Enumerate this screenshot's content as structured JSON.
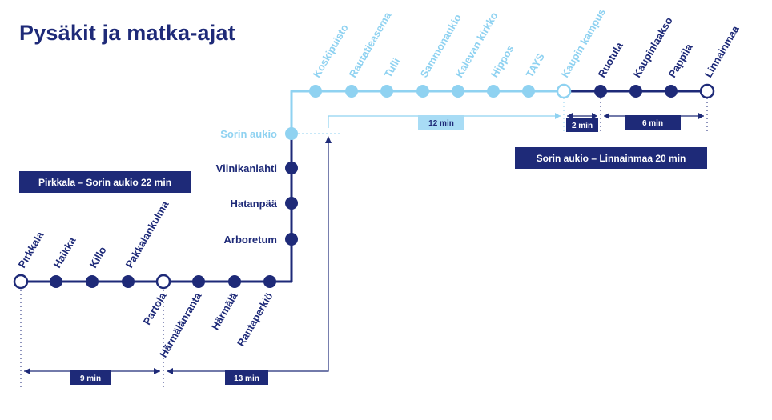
{
  "title": "Pysäkit ja matka-ajat",
  "summaries": {
    "west": "Pirkkala – Sorin aukio 22 min",
    "east": "Sorin aukio – Linnainmaa 20 min"
  },
  "stops": {
    "west_line": [
      "Pirkkala",
      "Haikka",
      "Killo",
      "Pakkalankulma",
      "Partola",
      "Härmälänranta",
      "Härmälä",
      "Rantaperkiö"
    ],
    "vertical": [
      "Arboretum",
      "Hatanpää",
      "Viinikanlahti",
      "Sorin aukio"
    ],
    "city_centre": [
      "Koskipuisto",
      "Rautatieasema",
      "Tulli",
      "Sammonaukio",
      "Kalevan kirkko",
      "Hippos",
      "TAYS"
    ],
    "east_line": [
      "Kaupin kampus",
      "Ruotula",
      "Kaupinlaakso",
      "Pappila",
      "Linnainmaa"
    ]
  },
  "durations": {
    "pirkkala_partola": "9 min",
    "partola_sorin": "13 min",
    "sorin_kaupin": "12 min",
    "kaupin_ruotula": "2 min",
    "ruotula_linnainmaa": "6 min"
  },
  "colors": {
    "dark_navy": "#1e2a78",
    "light_blue": "#8fd2f1",
    "light_box": "#a8dcf5"
  }
}
